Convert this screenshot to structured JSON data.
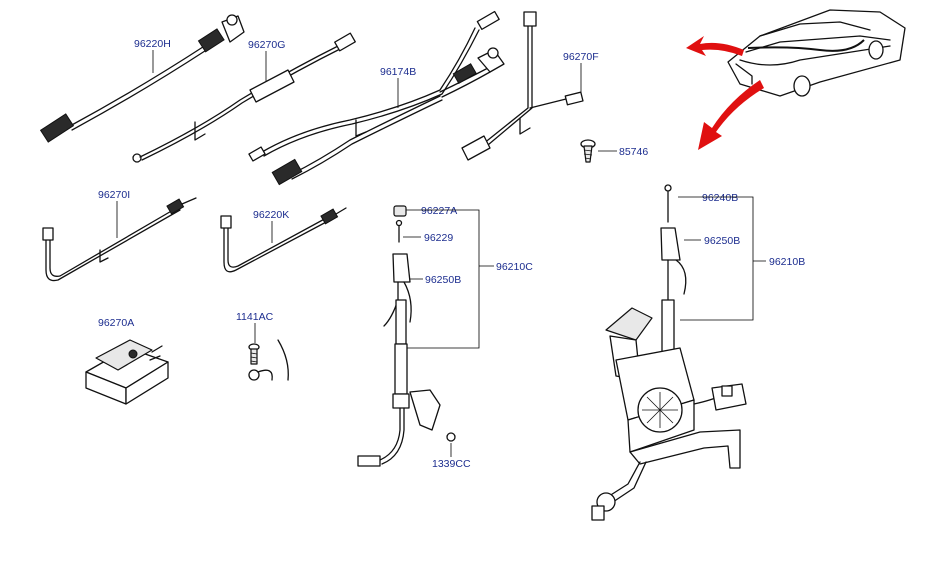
{
  "accent_color": "#e01010",
  "label_color": "#1c2d8f",
  "parts": [
    {
      "id": "p96220H",
      "text": "96220H"
    },
    {
      "id": "p96270G",
      "text": "96270G"
    },
    {
      "id": "p96174B",
      "text": "96174B"
    },
    {
      "id": "p96270F",
      "text": "96270F"
    },
    {
      "id": "p85746",
      "text": "85746"
    },
    {
      "id": "p96270I",
      "text": "96270I"
    },
    {
      "id": "p96220K",
      "text": "96220K"
    },
    {
      "id": "p96227A",
      "text": "96227A"
    },
    {
      "id": "p96229",
      "text": "96229"
    },
    {
      "id": "p96250B_left",
      "text": "96250B"
    },
    {
      "id": "p96210C",
      "text": "96210C"
    },
    {
      "id": "p96270A",
      "text": "96270A"
    },
    {
      "id": "p1141AC",
      "text": "1141AC"
    },
    {
      "id": "p1339CC",
      "text": "1339CC"
    },
    {
      "id": "p96240B",
      "text": "96240B"
    },
    {
      "id": "p96250B_right",
      "text": "96250B"
    },
    {
      "id": "p96210B",
      "text": "96210B"
    }
  ]
}
